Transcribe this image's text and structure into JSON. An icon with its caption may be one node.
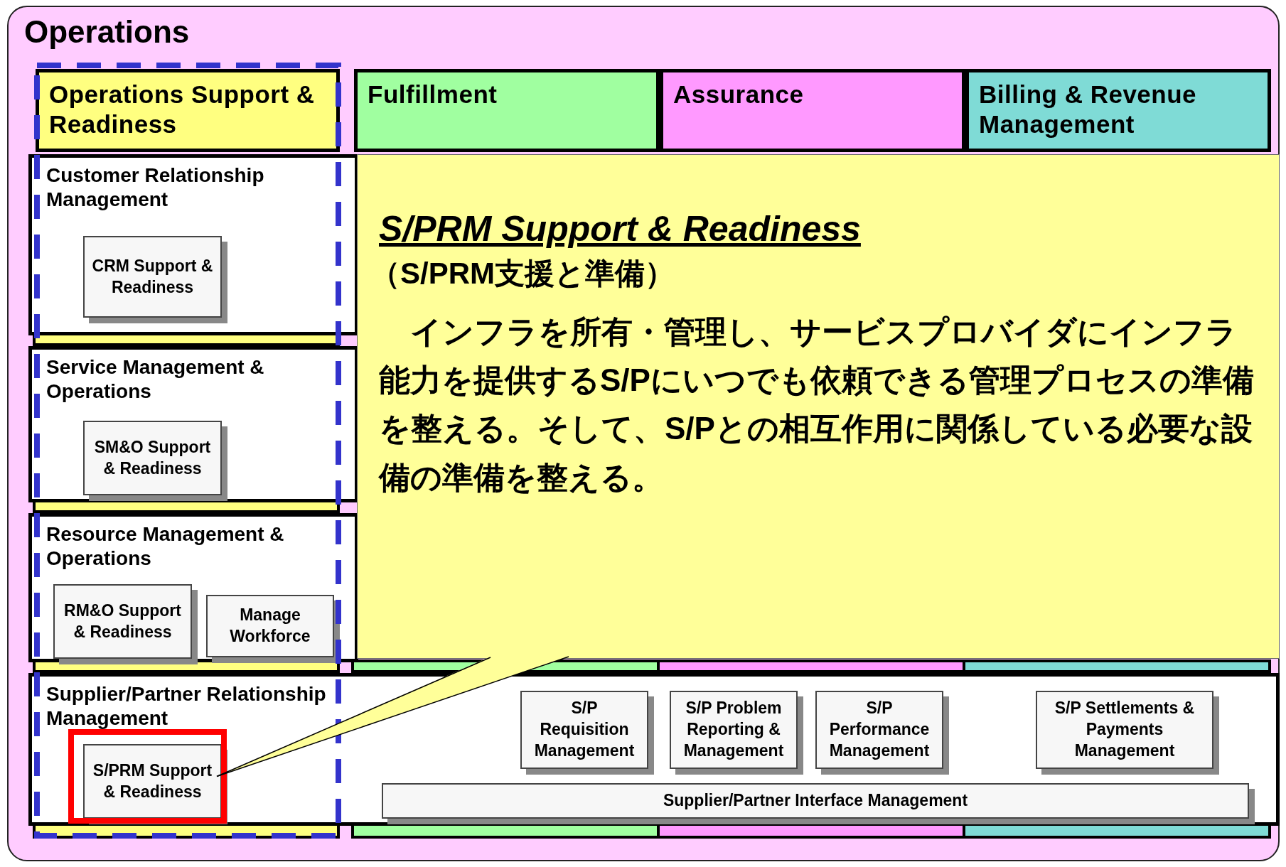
{
  "diagram": {
    "nodes": [
      {
        "text": [
          "Operations"
        ]
      },
      {
        "text": [
          "Operations Support & Readiness"
        ],
        "in": 0
      },
      {
        "text": [
          "Fulfillment"
        ],
        "in": 0
      },
      {
        "text": [
          "Assurance"
        ],
        "in": 0
      },
      {
        "text": [
          "Billing & Revenue Management"
        ],
        "in": 0
      },
      {
        "text": [
          "Customer Relationship Management"
        ],
        "in": 0
      },
      {
        "text": [
          "CRM Support & Readiness"
        ],
        "in": 5
      },
      {
        "text": [
          "Service Management & Operations"
        ],
        "in": 0
      },
      {
        "text": [
          "SM&O Support & Readiness"
        ],
        "in": 7
      },
      {
        "text": [
          "Resource Management & Operations"
        ],
        "in": 0
      },
      {
        "text": [
          "RM&O Support & Readiness"
        ],
        "in": 9
      },
      {
        "text": [
          "Manage Workforce"
        ],
        "in": 9
      },
      {
        "text": [
          "Supplier/Partner Relationship Management"
        ],
        "in": 0
      },
      {
        "text": [
          "S/PRM Support & Readiness"
        ],
        "in": 12
      },
      {
        "text": [
          "S/P Requisition Management"
        ],
        "in": 12
      },
      {
        "text": [
          "S/P Problem Reporting & Management"
        ],
        "in": 12
      },
      {
        "text": [
          "S/P Performance Management"
        ],
        "in": 12
      },
      {
        "text": [
          "S/P Settlements & Payments Management"
        ],
        "in": 12
      },
      {
        "text": [
          "Supplier/Partner Interface Management"
        ],
        "in": 12
      },
      {
        "text": [
          "S/PRM Support & Readiness",
          "（S/PRM支援と準備）",
          "インフラを所有・管理し、サービスプロバイダにインフラ能力を提供するS/Pにいつでも依頼できる管理プロセスの準備を整える。そして、S/Pとの相互作用に関係している必要な設備の準備を整える。"
        ],
        "in": 0
      }
    ],
    "edges": [
      {
        "from": 19,
        "to": 13,
        "arrow": "none"
      }
    ]
  }
}
